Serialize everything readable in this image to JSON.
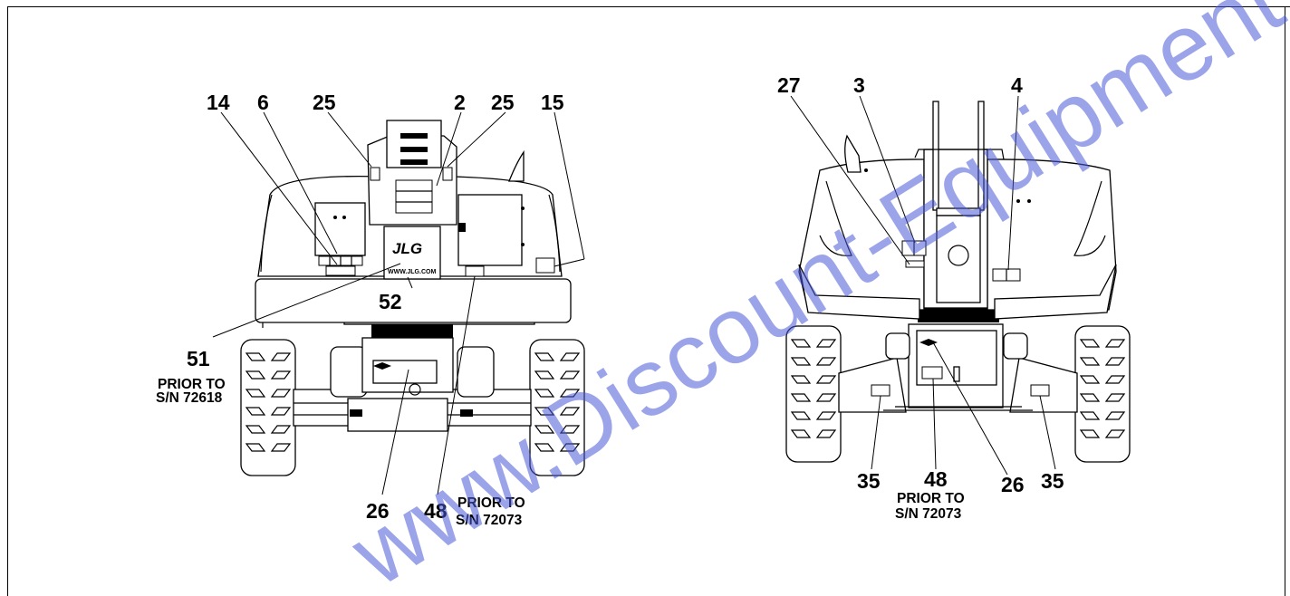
{
  "watermark": {
    "text": "www.Discount-Equipment.com",
    "color": "#4a5ad8"
  },
  "left_view": {
    "logo": "JLG",
    "url_label": "WWW.JLG.COM",
    "callouts": {
      "c14": "14",
      "c6": "6",
      "c25a": "25",
      "c2": "2",
      "c25b": "25",
      "c15": "15",
      "c52": "52",
      "c51": "51",
      "c26": "26",
      "c48": "48"
    },
    "notes": {
      "n51_line1": "PRIOR TO",
      "n51_line2": "S/N 72618",
      "n48_line1": "PRIOR TO",
      "n48_line2": "S/N 72073"
    }
  },
  "right_view": {
    "callouts": {
      "c27": "27",
      "c3": "3",
      "c4": "4",
      "c35a": "35",
      "c48": "48",
      "c26": "26",
      "c35b": "35"
    },
    "notes": {
      "n48_line1": "PRIOR TO",
      "n48_line2": "S/N 72073"
    }
  }
}
